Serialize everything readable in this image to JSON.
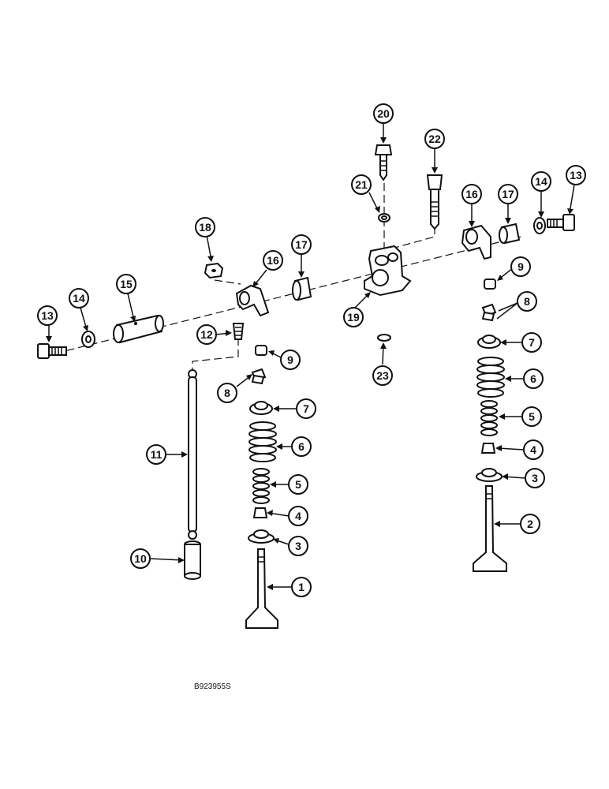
{
  "figure": {
    "reference": "B923955S",
    "callouts": [
      {
        "id": "c1",
        "label": "1"
      },
      {
        "id": "c2",
        "label": "2"
      },
      {
        "id": "c3a",
        "label": "3"
      },
      {
        "id": "c3b",
        "label": "3"
      },
      {
        "id": "c4a",
        "label": "4"
      },
      {
        "id": "c4b",
        "label": "4"
      },
      {
        "id": "c5a",
        "label": "5"
      },
      {
        "id": "c5b",
        "label": "5"
      },
      {
        "id": "c6a",
        "label": "6"
      },
      {
        "id": "c6b",
        "label": "6"
      },
      {
        "id": "c7a",
        "label": "7"
      },
      {
        "id": "c7b",
        "label": "7"
      },
      {
        "id": "c8a",
        "label": "8"
      },
      {
        "id": "c8b",
        "label": "8"
      },
      {
        "id": "c9a",
        "label": "9"
      },
      {
        "id": "c9b",
        "label": "9"
      },
      {
        "id": "c10",
        "label": "10"
      },
      {
        "id": "c11",
        "label": "11"
      },
      {
        "id": "c12",
        "label": "12"
      },
      {
        "id": "c13a",
        "label": "13"
      },
      {
        "id": "c13b",
        "label": "13"
      },
      {
        "id": "c14a",
        "label": "14"
      },
      {
        "id": "c14b",
        "label": "14"
      },
      {
        "id": "c15",
        "label": "15"
      },
      {
        "id": "c16a",
        "label": "16"
      },
      {
        "id": "c16b",
        "label": "16"
      },
      {
        "id": "c17a",
        "label": "17"
      },
      {
        "id": "c17b",
        "label": "17"
      },
      {
        "id": "c18",
        "label": "18"
      },
      {
        "id": "c19",
        "label": "19"
      },
      {
        "id": "c20",
        "label": "20"
      },
      {
        "id": "c21",
        "label": "21"
      },
      {
        "id": "c22",
        "label": "22"
      },
      {
        "id": "c23",
        "label": "23"
      }
    ]
  }
}
